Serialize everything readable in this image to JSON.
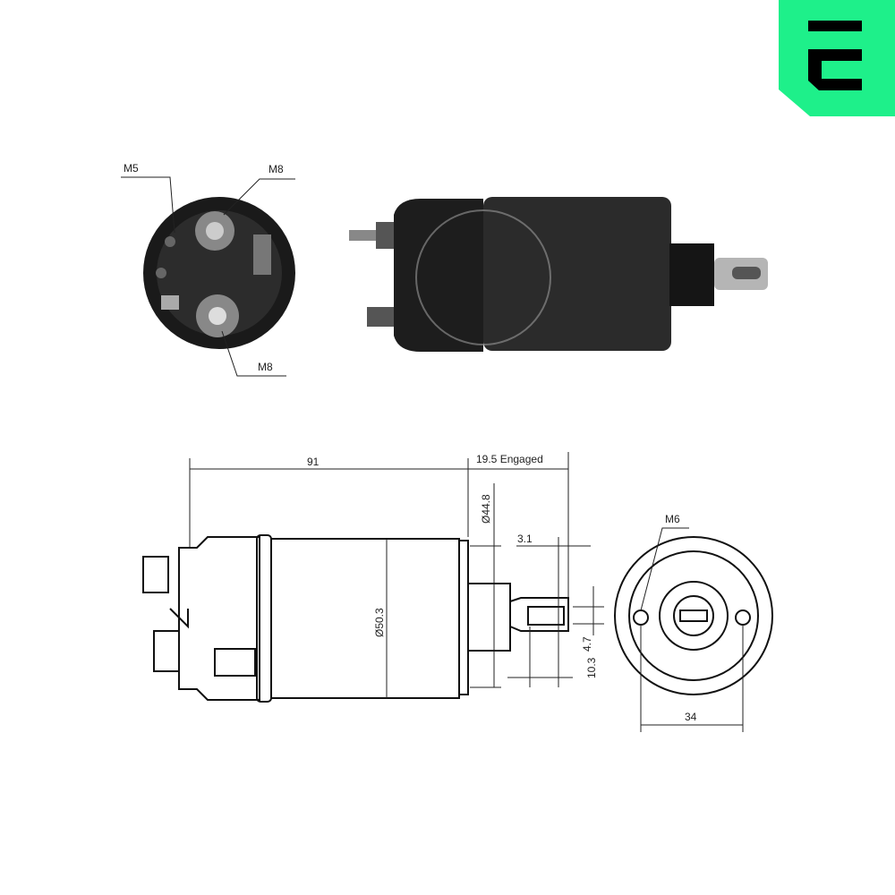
{
  "logo": {
    "letter": "E",
    "color": "#1EF08A"
  },
  "end_view_labels": {
    "m5": "M5",
    "m8_top": "M8",
    "m8_bottom": "M8"
  },
  "dimensions": {
    "length": "91",
    "stroke": "19.5 Engaged",
    "flange_diameter": "Ø44.8",
    "body_diameter": "Ø50.3",
    "eye_offset": "3.1",
    "eye_width": "4.7",
    "plunger_length": "10.3",
    "mount_thread": "M6",
    "mount_spacing": "34"
  }
}
